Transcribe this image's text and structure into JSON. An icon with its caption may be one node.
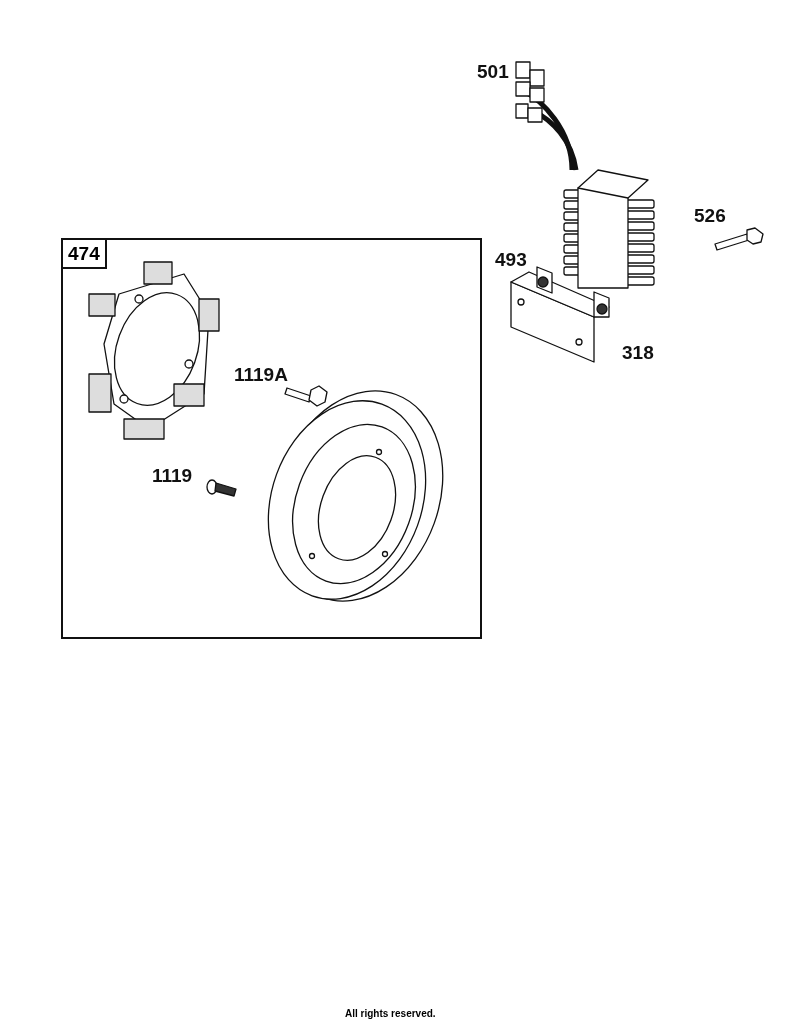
{
  "diagram": {
    "nodes": [
      {
        "text": [
          "474"
        ]
      }
    ],
    "labels": [
      "501",
      "526",
      "493",
      "318",
      "1119A",
      "1119",
      "All rights reserved."
    ]
  }
}
